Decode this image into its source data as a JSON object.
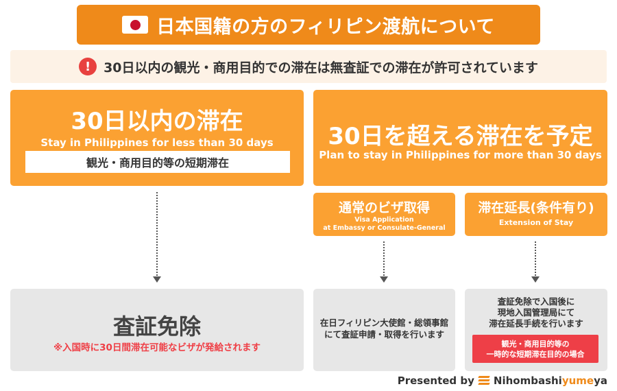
{
  "header": {
    "title": "日本国籍の方のフィリピン渡航について",
    "flag_icon": "japan-flag-icon"
  },
  "notice": {
    "icon": "exclamation-icon",
    "text": "30日以内の観光・商用目的での滞在は無査証での滞在が許可されています"
  },
  "short_stay": {
    "title": "30日以内の滞在",
    "subtitle": "Stay in Philippines for less than 30 days",
    "tag": "観光・商用目的等の短期滞在",
    "result_title": "査証免除",
    "result_note": "※入国時に30日間滞在可能なビザが発給されます"
  },
  "long_stay": {
    "title": "30日を超える滞在を予定",
    "subtitle": "Plan to stay in Philippines for more than 30 days",
    "visa": {
      "title": "通常のビザ取得",
      "subtitle_line1": "Visa Application",
      "subtitle_line2": "at Embassy or Consulate-General",
      "result_line1": "在日フィリピン大使館・総領事館",
      "result_line2": "にて査証申請・取得を行います"
    },
    "extension": {
      "title": "滞在延長(条件有り)",
      "subtitle": "Extension of Stay",
      "result_line1": "査証免除で入国後に",
      "result_line2": "現地入国管理局にて",
      "result_line3": "滞在延長手続を行います",
      "tag_line1": "観光・商用目的等の",
      "tag_line2": "一時的な短期滞在目的の場合"
    }
  },
  "footer": {
    "presented_by": "Presented by",
    "brand_part1": "Nihombashi",
    "brand_part2": "yume",
    "brand_part3": "ya",
    "brand_icon": "stripes-logo-icon"
  },
  "colors": {
    "title_orange": "#ef8a1a",
    "card_orange": "#fba132",
    "notice_bg": "#fdf2e6",
    "alert_red": "#ee3f47",
    "result_gray": "#e7e7e7"
  }
}
